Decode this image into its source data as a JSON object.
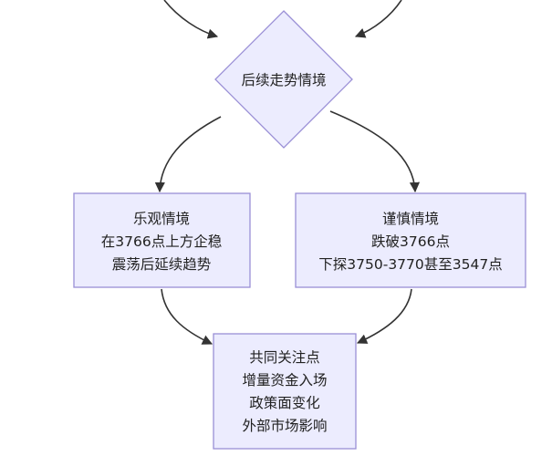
{
  "diagram": {
    "type": "flowchart",
    "colors": {
      "node_fill": "#ececfe",
      "node_border": "#9a8fd6",
      "edge": "#333333",
      "text": "#222222"
    },
    "nodes": {
      "decision": {
        "shape": "diamond",
        "lines": [
          "后续走势情境"
        ]
      },
      "optimistic": {
        "shape": "rectangle",
        "lines": [
          "乐观情境",
          "在3766点上方企稳",
          "震荡后延续趋势"
        ]
      },
      "cautious": {
        "shape": "rectangle",
        "lines": [
          "谨慎情境",
          "跌破3766点",
          "下探3750-3770甚至3547点"
        ]
      },
      "focus": {
        "shape": "rectangle",
        "lines": [
          "共同关注点",
          "增量资金入场",
          "政策面变化",
          "外部市场影响"
        ]
      }
    },
    "edges": [
      {
        "from": "offscreen-left",
        "to": "decision"
      },
      {
        "from": "offscreen-right",
        "to": "decision"
      },
      {
        "from": "decision",
        "to": "optimistic"
      },
      {
        "from": "decision",
        "to": "cautious"
      },
      {
        "from": "optimistic",
        "to": "focus"
      },
      {
        "from": "cautious",
        "to": "focus"
      }
    ]
  }
}
